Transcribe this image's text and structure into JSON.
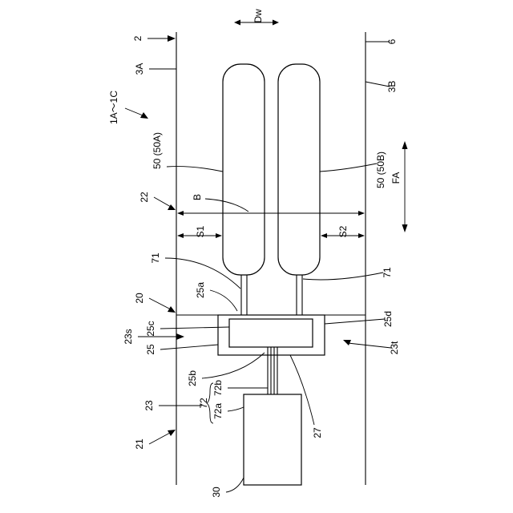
{
  "diagram": {
    "labels": {
      "dw": "Dw",
      "l2": "2",
      "l3a": "3A",
      "l6": "6",
      "l3b": "3B",
      "l1a1c": "1A～1C",
      "l50a": "50 (50A)",
      "l50b": "50 (50B)",
      "fa": "FA",
      "l22": "22",
      "b": "B",
      "s1": "S1",
      "s2": "S2",
      "l71_left": "71",
      "l71_right": "71",
      "l20": "20",
      "l25a": "25a",
      "l25c": "25c",
      "l23s": "23s",
      "l25": "25",
      "l25d": "25d",
      "l23t": "23t",
      "l25b": "25b",
      "l72b": "72b",
      "l72": "72",
      "l72a": "72a",
      "l23": "23",
      "l27": "27",
      "l21": "21",
      "l30": "30"
    }
  }
}
